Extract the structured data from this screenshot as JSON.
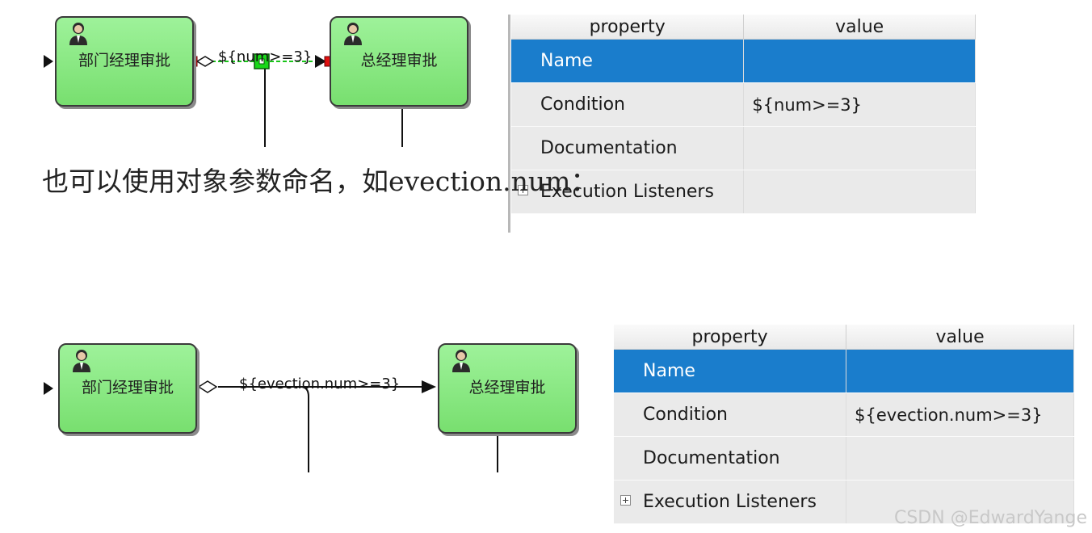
{
  "diagram1": {
    "task_left": "部门经理审批",
    "task_right": "总经理审批",
    "flow_label": "${num>=3}"
  },
  "table1": {
    "header_property": "property",
    "header_value": "value",
    "rows": [
      {
        "key": "Name",
        "value": ""
      },
      {
        "key": "Condition",
        "value": "${num>=3}"
      },
      {
        "key": "Documentation",
        "value": ""
      },
      {
        "key": "Execution Listeners",
        "value": ""
      }
    ]
  },
  "caption": "也可以使用对象参数命名，如evection.num：",
  "diagram2": {
    "task_left": "部门经理审批",
    "task_right": "总经理审批",
    "flow_label": "${evection.num>=3}"
  },
  "table2": {
    "header_property": "property",
    "header_value": "value",
    "rows": [
      {
        "key": "Name",
        "value": ""
      },
      {
        "key": "Condition",
        "value": "${evection.num>=3}"
      },
      {
        "key": "Documentation",
        "value": ""
      },
      {
        "key": "Execution Listeners",
        "value": ""
      }
    ]
  },
  "watermark": "CSDN @EdwardYange",
  "colors": {
    "task_fill": "#8eec88",
    "selection": "#1a7dcc",
    "handle_red": "#e01010",
    "handle_green": "#19d819"
  },
  "icons": [
    "user-icon",
    "plus-expander-icon",
    "diamond-connector-icon",
    "arrowhead-icon"
  ]
}
